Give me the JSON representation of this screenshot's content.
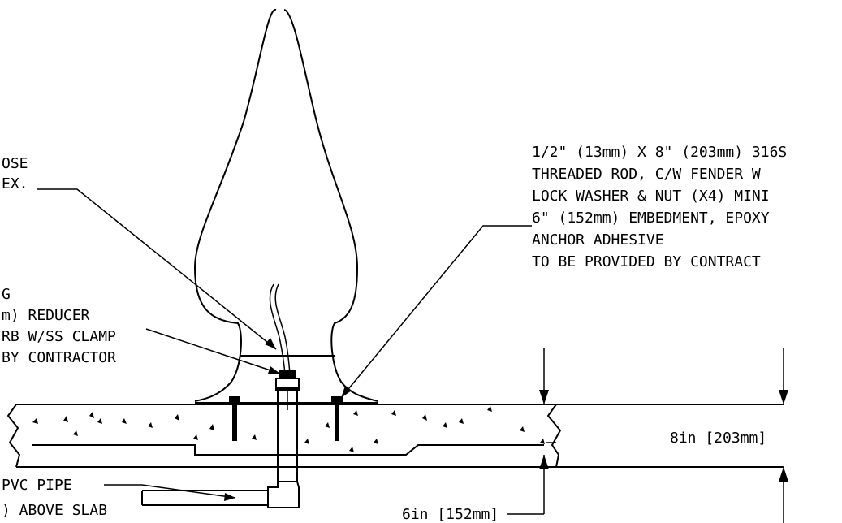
{
  "notes": {
    "right": [
      "1/2\" (13mm) X 8\" (203mm) 316S",
      "THREADED ROD, C/W FENDER W",
      "LOCK WASHER & NUT (X4) MINI",
      "6\" (152mm) EMBEDMENT, EPOXY",
      "ANCHOR ADHESIVE",
      "TO BE PROVIDED BY CONTRACT"
    ],
    "left_top": [
      "OSE",
      "EX."
    ],
    "left_mid": [
      "G",
      "m) REDUCER",
      "RB W/SS CLAMP",
      "BY CONTRACTOR"
    ],
    "left_bottom": [
      "PVC PIPE",
      ") ABOVE SLAB"
    ]
  },
  "dimensions": {
    "slab_depth": "8in [203mm]",
    "embedment": "6in [152mm]"
  }
}
